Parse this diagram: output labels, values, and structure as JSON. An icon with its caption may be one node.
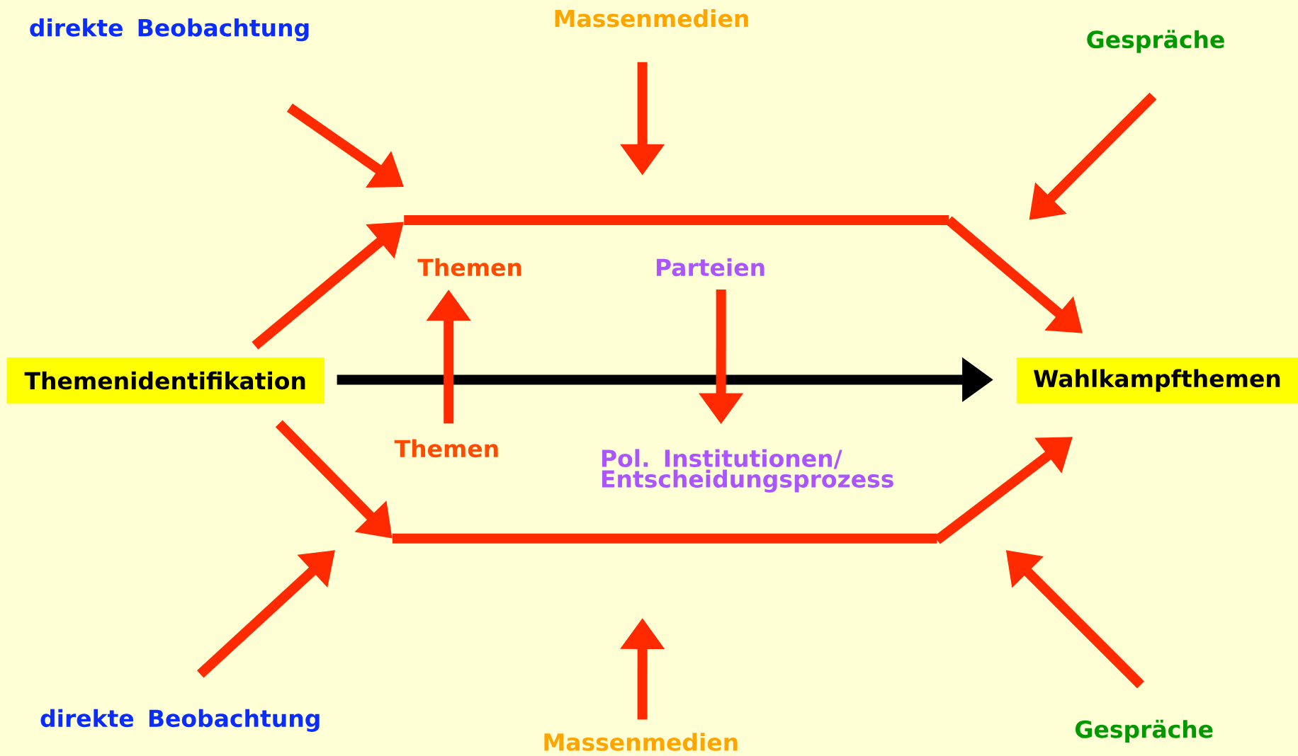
{
  "diagram": {
    "nodes": [
      {
        "text": [
          "Themenidentifikation"
        ]
      },
      {
        "text": [
          "Wahlkampfthemen"
        ]
      },
      {
        "text": [],
        "shape": "bar"
      },
      {
        "text": [],
        "shape": "bar"
      },
      {
        "text": [
          "direkte Beobachtung"
        ]
      },
      {
        "text": [
          "Massenmedien"
        ]
      },
      {
        "text": [
          "Gespräche"
        ]
      },
      {
        "text": [
          "Themen"
        ]
      },
      {
        "text": [
          "Parteien"
        ]
      },
      {
        "text": [
          "Themen"
        ]
      },
      {
        "text": [
          "Pol. Institutionen/ Entscheidungsprozess"
        ]
      },
      {
        "text": [
          "direkte Beobachtung"
        ]
      },
      {
        "text": [
          "Massenmedien"
        ]
      },
      {
        "text": [
          "Gespräche"
        ]
      }
    ],
    "edges": [
      {
        "from": 0,
        "to": 1,
        "arrow": "to",
        "color": "#000000"
      },
      {
        "from": 0,
        "to": 2,
        "arrow": "to"
      },
      {
        "from": 2,
        "to": 1,
        "arrow": "to"
      },
      {
        "from": 0,
        "to": 3,
        "arrow": "to"
      },
      {
        "from": 3,
        "to": 1,
        "arrow": "to"
      },
      {
        "from": 4,
        "to": 2,
        "arrow": "to"
      },
      {
        "from": 5,
        "to": 2,
        "arrow": "to"
      },
      {
        "from": 6,
        "to": null,
        "arrow": "to"
      },
      {
        "from": 11,
        "to": 3,
        "arrow": "to"
      },
      {
        "from": 12,
        "to": null,
        "arrow": "to"
      },
      {
        "from": 13,
        "to": null,
        "arrow": "to"
      },
      {
        "from": 9,
        "to": 7,
        "arrow": "to"
      },
      {
        "from": 8,
        "to": 10,
        "arrow": "to"
      }
    ]
  }
}
